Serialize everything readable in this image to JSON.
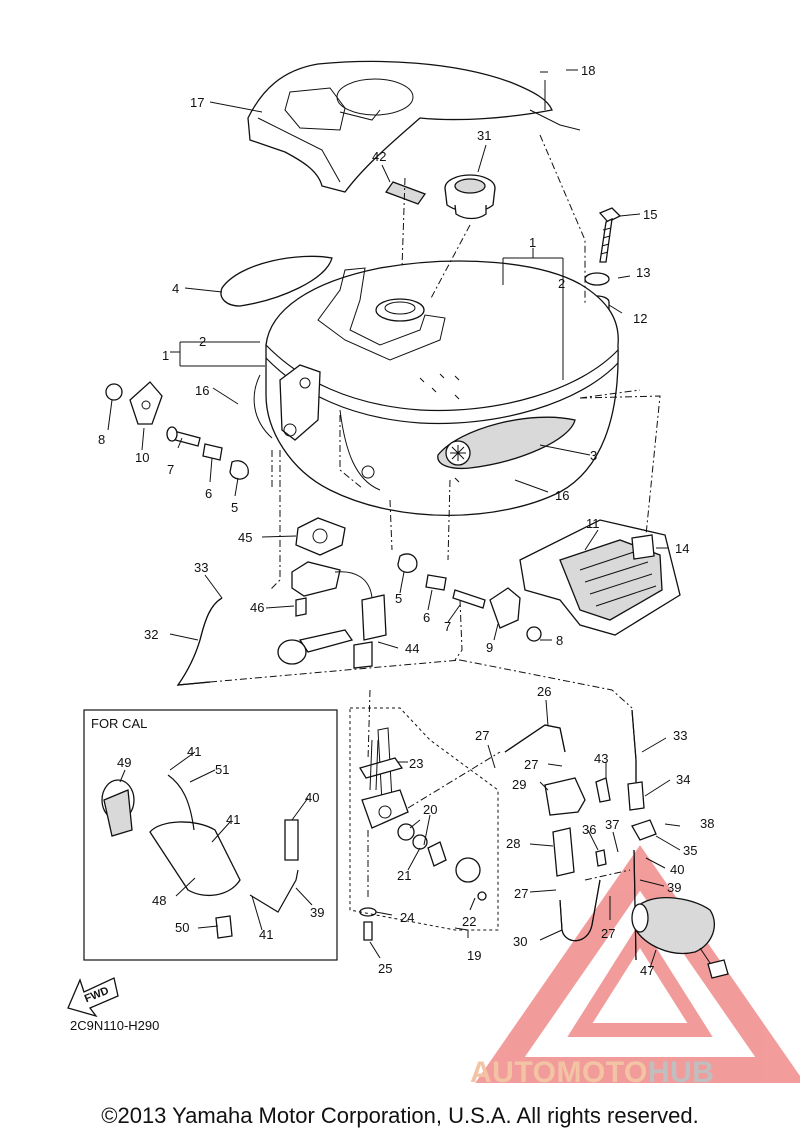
{
  "diagram": {
    "labels": [
      "1",
      "1",
      "2",
      "2",
      "3",
      "4",
      "5",
      "5",
      "6",
      "6",
      "7",
      "7",
      "8",
      "8",
      "9",
      "10",
      "11",
      "12",
      "13",
      "14",
      "15",
      "16",
      "16",
      "17",
      "18",
      "19",
      "20",
      "21",
      "22",
      "23",
      "24",
      "25",
      "26",
      "27",
      "27",
      "27",
      "27",
      "28",
      "29",
      "30",
      "31",
      "32",
      "33",
      "33",
      "34",
      "35",
      "36",
      "37",
      "38",
      "39",
      "39",
      "40",
      "40",
      "41",
      "41",
      "41",
      "42",
      "43",
      "44",
      "45",
      "46",
      "47",
      "48",
      "49",
      "50",
      "51"
    ],
    "cal_box_title": "FOR CAL",
    "fwd_arrow_label": "FWD",
    "diagram_code": "2C9N110-H290"
  },
  "footer": {
    "copyright": "©2013 Yamaha Motor Corporation, U.S.A. All rights reserved."
  },
  "watermark": {
    "text_part1": "AUTOMOTO",
    "text_part2": "HUB",
    "color_primary": "#e84b4b",
    "color_secondary": "#bfbfbf"
  }
}
